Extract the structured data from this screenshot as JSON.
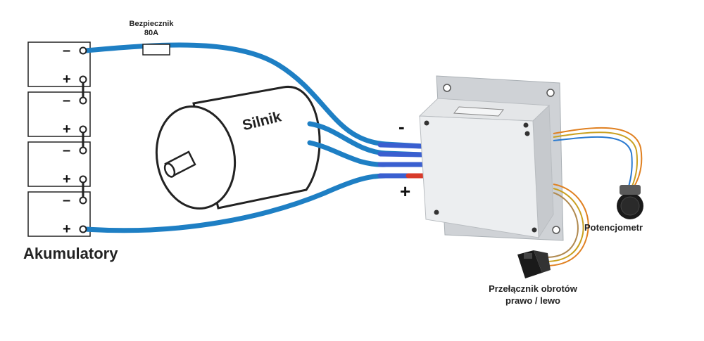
{
  "labels": {
    "fuse_line1": "Bezpiecznik",
    "fuse_line2": "80A",
    "motor": "Silnik",
    "batteries": "Akumulatory",
    "potentiometer": "Potencjometr",
    "switch_line1": "Przełącznik obrotów",
    "switch_line2": "prawo / lewo",
    "controller_minus": "-",
    "controller_plus": "+"
  },
  "batteries": [
    {
      "top_sign": "–",
      "bottom_sign": "+"
    },
    {
      "top_sign": "–",
      "bottom_sign": "+"
    },
    {
      "top_sign": "–",
      "bottom_sign": "+"
    },
    {
      "top_sign": "–",
      "bottom_sign": "+"
    }
  ],
  "colors": {
    "cable": "#1e7fc4",
    "cable_end": "#3a5fd0",
    "plus_wire": "#d83a2a",
    "housing": "#eceef0",
    "plate": "#cfd2d6",
    "outline": "#222222"
  }
}
